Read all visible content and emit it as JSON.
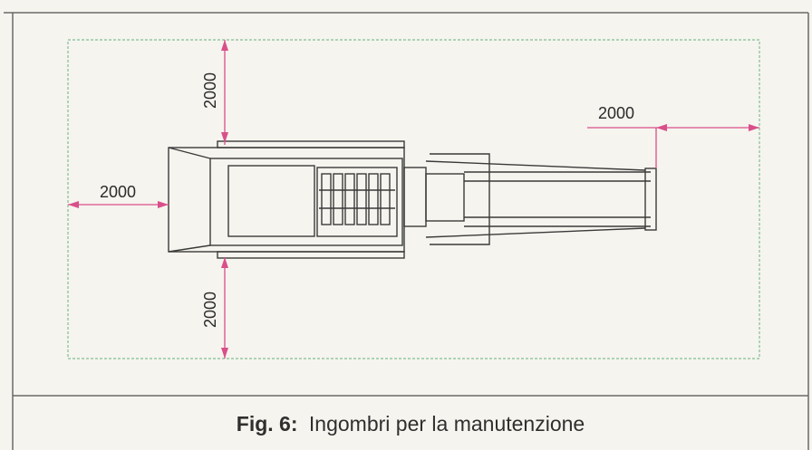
{
  "figure": {
    "caption_prefix": "Fig. 6:",
    "caption_text": "Ingombri per la manutenzione"
  },
  "dimensions": {
    "top": "2000",
    "left": "2000",
    "bottom": "2000",
    "right": "2000"
  },
  "colors": {
    "dimension_line": "#d94f8a",
    "clearance_boundary": "#7fbf95",
    "machine_outline": "#3a3a3a",
    "frame": "#6a6a6a"
  }
}
